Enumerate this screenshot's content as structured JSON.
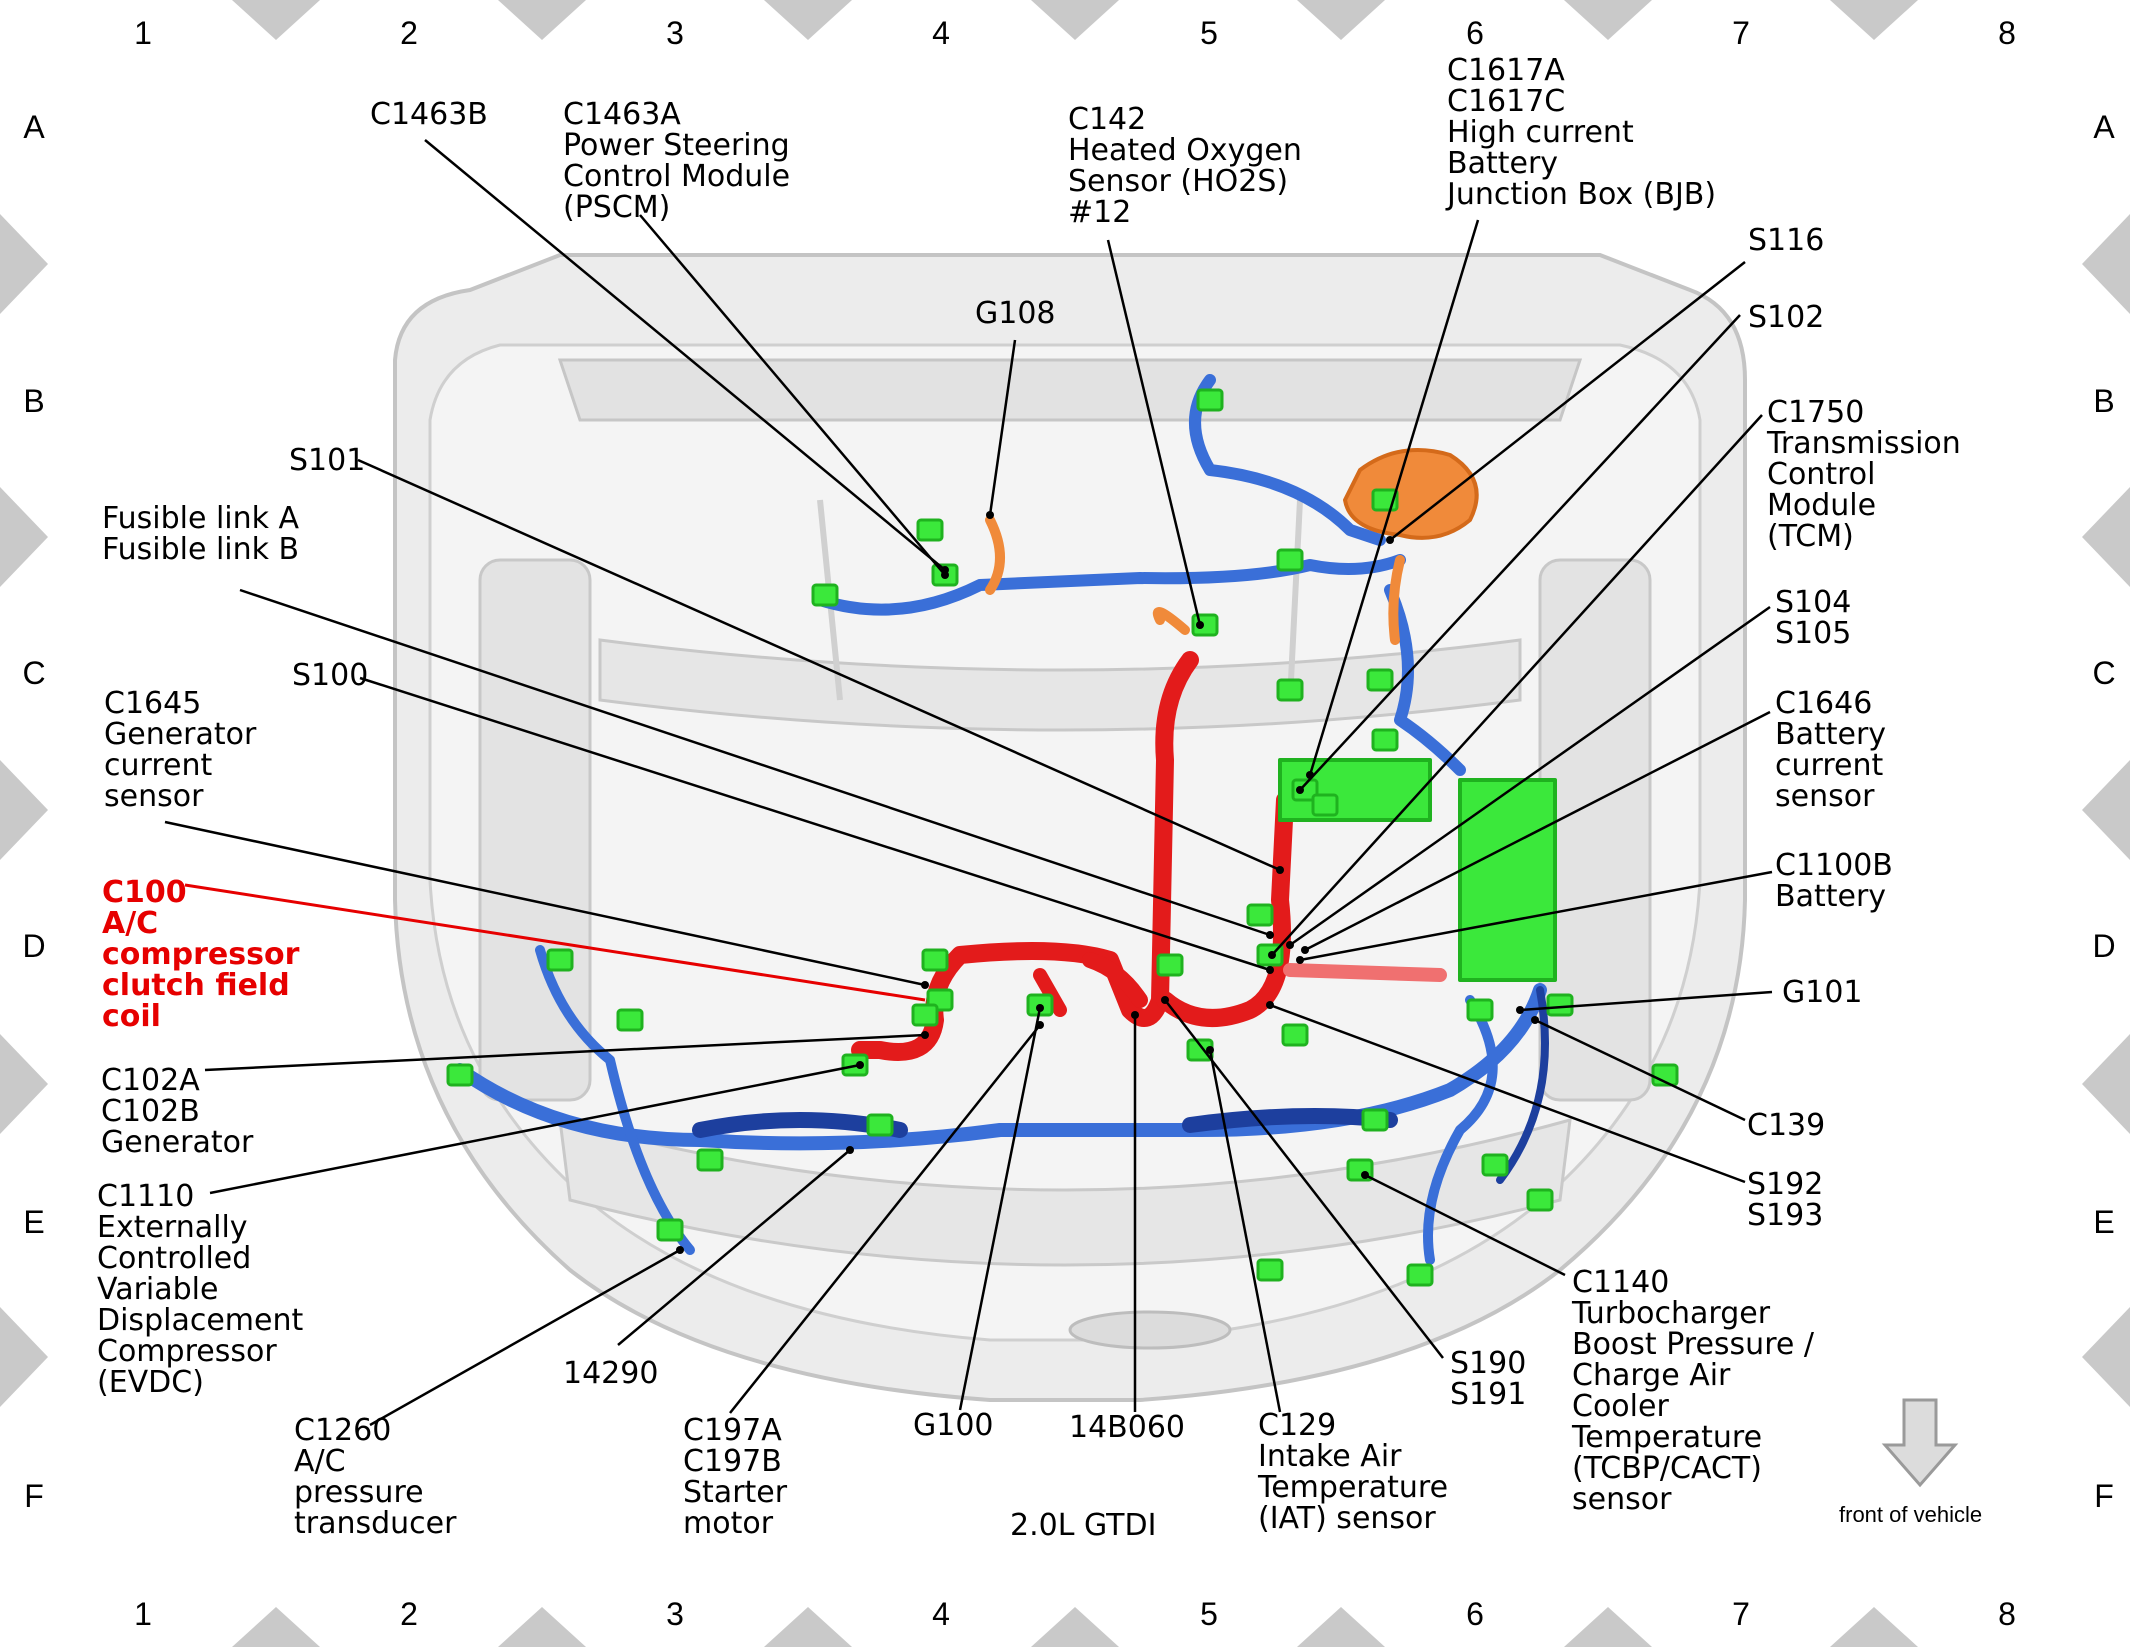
{
  "grid": {
    "columns": [
      "1",
      "2",
      "3",
      "4",
      "5",
      "6",
      "7",
      "8"
    ],
    "rows": [
      "A",
      "B",
      "C",
      "D",
      "E",
      "F"
    ]
  },
  "caption": "2.0L GTDI",
  "front_label": "front of vehicle",
  "colors": {
    "harness_red": "#e31b1b",
    "harness_blue": "#3a6fd8",
    "harness_dark_blue": "#1d3f9e",
    "connector_green": "#3be83b",
    "bjb_orange": "#f08a3a",
    "highlight_label": "#e60000",
    "body_gray": "#d6d6d6"
  },
  "labels": [
    {
      "id": "c1463b",
      "lines": [
        "C1463B"
      ]
    },
    {
      "id": "c1463a",
      "lines": [
        "C1463A",
        "Power Steering",
        "Control Module",
        "(PSCM)"
      ]
    },
    {
      "id": "c142",
      "lines": [
        "C142",
        "Heated Oxygen",
        "Sensor (HO2S)",
        "#12"
      ]
    },
    {
      "id": "c1617",
      "lines": [
        "C1617A",
        "C1617C",
        "High current",
        "Battery",
        "Junction Box (BJB)"
      ]
    },
    {
      "id": "s116",
      "lines": [
        "S116"
      ]
    },
    {
      "id": "s102",
      "lines": [
        "S102"
      ]
    },
    {
      "id": "g108",
      "lines": [
        "G108"
      ]
    },
    {
      "id": "c1750",
      "lines": [
        "C1750",
        "Transmission",
        "Control",
        "Module",
        "(TCM)"
      ]
    },
    {
      "id": "s101",
      "lines": [
        "S101"
      ]
    },
    {
      "id": "fusible",
      "lines": [
        "Fusible link A",
        "Fusible link B"
      ]
    },
    {
      "id": "s104",
      "lines": [
        "S104",
        "S105"
      ]
    },
    {
      "id": "s100",
      "lines": [
        "S100"
      ]
    },
    {
      "id": "c1646",
      "lines": [
        "C1646",
        "Battery",
        "current",
        "sensor"
      ]
    },
    {
      "id": "c1645",
      "lines": [
        "C1645",
        "Generator",
        "current",
        "sensor"
      ]
    },
    {
      "id": "c1100b",
      "lines": [
        "C1100B",
        "Battery"
      ]
    },
    {
      "id": "c100",
      "lines": [
        "C100",
        "A/C",
        "compressor",
        "clutch field",
        "coil"
      ],
      "highlight": true
    },
    {
      "id": "g101",
      "lines": [
        "G101"
      ]
    },
    {
      "id": "c102",
      "lines": [
        "C102A",
        "C102B",
        "Generator"
      ]
    },
    {
      "id": "c139",
      "lines": [
        "C139"
      ]
    },
    {
      "id": "c1110",
      "lines": [
        "C1110",
        "Externally",
        "Controlled",
        "Variable",
        "Displacement",
        "Compressor",
        "(EVDC)"
      ]
    },
    {
      "id": "s192",
      "lines": [
        "S192",
        "S193"
      ]
    },
    {
      "id": "c1140",
      "lines": [
        "C1140",
        "Turbocharger",
        "Boost Pressure /",
        "Charge Air",
        "Cooler",
        "Temperature",
        "(TCBP/CACT)",
        "sensor"
      ]
    },
    {
      "id": "c1260",
      "lines": [
        "C1260",
        "A/C",
        "pressure",
        "transducer"
      ]
    },
    {
      "id": "p14290",
      "lines": [
        "14290"
      ]
    },
    {
      "id": "c197",
      "lines": [
        "C197A",
        "C197B",
        "Starter",
        "motor"
      ]
    },
    {
      "id": "g100",
      "lines": [
        "G100"
      ]
    },
    {
      "id": "p14b060",
      "lines": [
        "14B060"
      ]
    },
    {
      "id": "c129",
      "lines": [
        "C129",
        "Intake Air",
        "Temperature",
        "(IAT) sensor"
      ]
    },
    {
      "id": "s190",
      "lines": [
        "S190",
        "S191"
      ]
    }
  ]
}
